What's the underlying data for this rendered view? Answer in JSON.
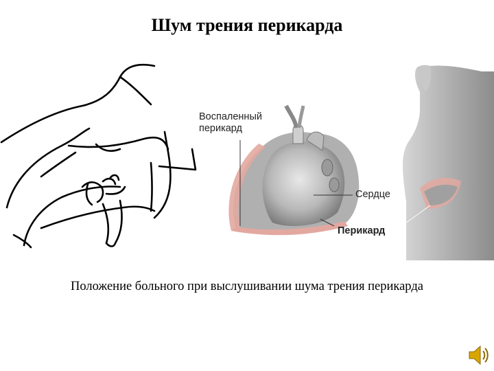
{
  "slide": {
    "title": "Шум трения перикарда",
    "caption": "Положение больного при выслушивании шума трения перикарда"
  },
  "anatomy": {
    "label_inflamed": "Воспаленный перикард",
    "label_heart": "Сердце",
    "label_pericardium": "Перикард"
  },
  "colors": {
    "pericardium": "#e2a8a0",
    "tissue": "#9a9a9a",
    "speaker": "#d9a600"
  },
  "icons": {
    "audio": "speaker-icon"
  }
}
